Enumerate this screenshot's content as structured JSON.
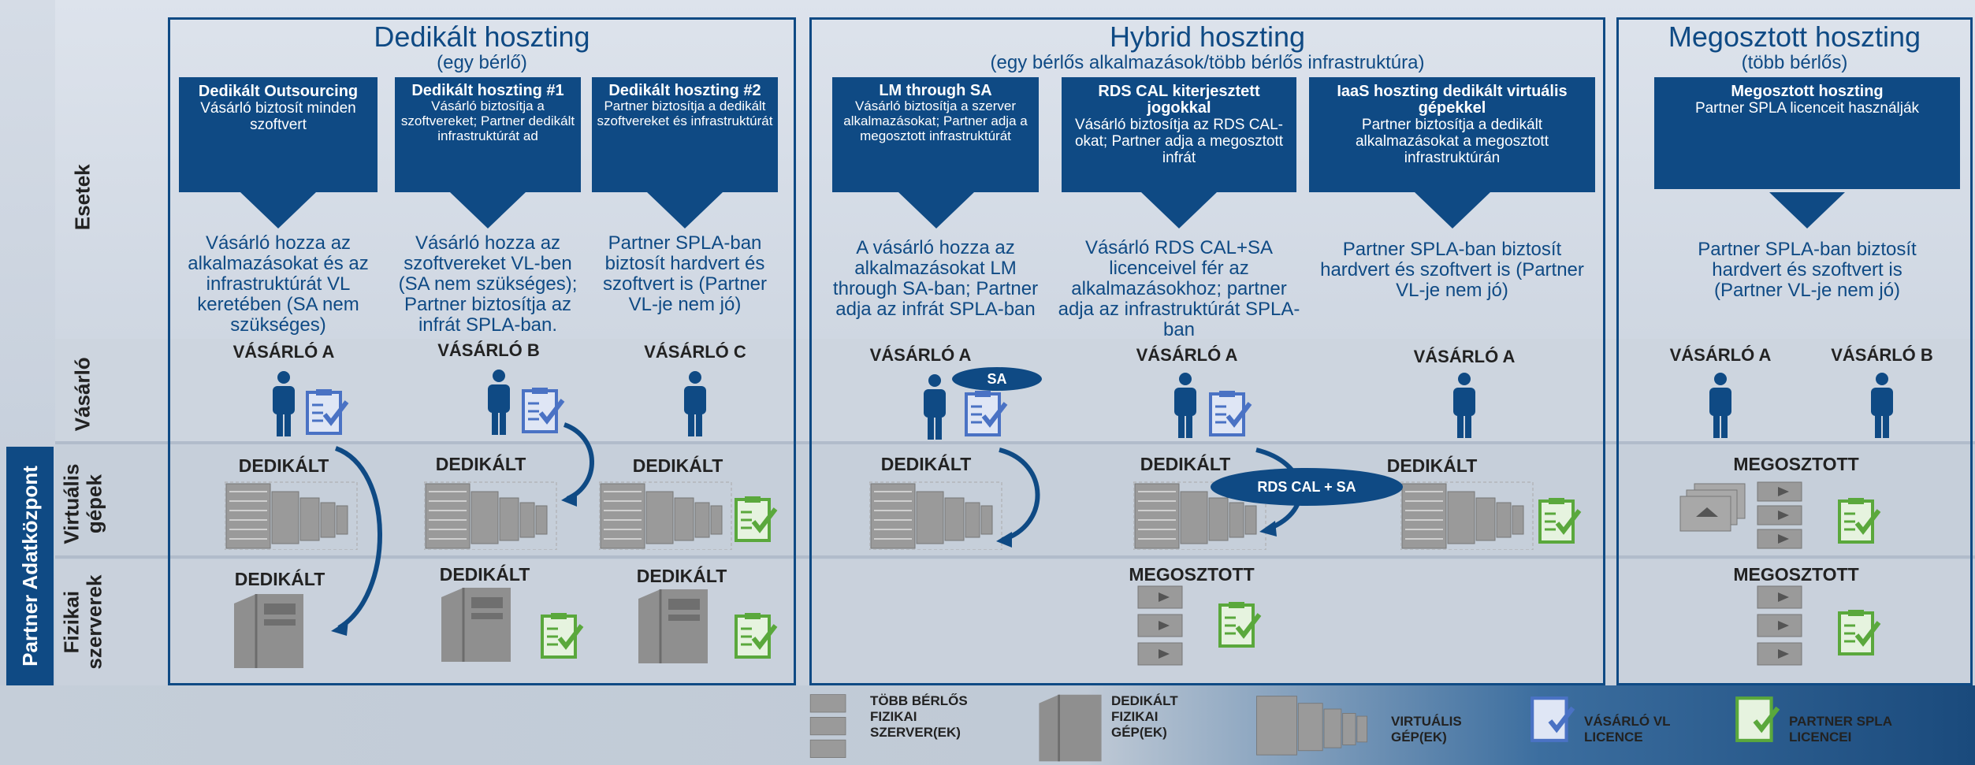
{
  "row_labels": {
    "esetek": "Esetek",
    "vasarlo": "Vásárló",
    "virtualis": "Virtuális\ngépek",
    "fizikai": "Fizikai\nszerverek",
    "partner": "Partner Adatközpont"
  },
  "sections": {
    "dedicated": {
      "title": "Dedikált hoszting",
      "subtitle": "(egy bérlő)"
    },
    "hybrid": {
      "title": "Hybrid hoszting",
      "subtitle": "(egy bérlős alkalmazások/több bérlős infrastruktúra)"
    },
    "shared": {
      "title": "Megosztott hoszting",
      "subtitle": "(több bérlős)"
    }
  },
  "cases": [
    {
      "head": "Dedikált Outsourcing",
      "body": "Vásárló biztosít minden szoftvert",
      "desc": "Vásárló hozza az alkalmazásokat és az infrastruktúrát VL keretében (SA nem szükséges)"
    },
    {
      "head": "Dedikált hoszting #1",
      "body": "Vásárló biztosítja a szoftvereket; Partner dedikált infrastruktúrát ad",
      "desc": "Vásárló hozza az szoftvereket VL-ben (SA nem szükséges); Partner biztosítja az infrát SPLA-ban."
    },
    {
      "head": "Dedikált hoszting #2",
      "body": "Partner biztosítja a dedikált szoftvereket és infrastruktúrát",
      "desc": "Partner SPLA-ban biztosít hardvert és szoftvert is (Partner VL-je nem jó)"
    },
    {
      "head": "LM through SA",
      "body": "Vásárló biztosítja a szerver alkalmazásokat; Partner adja a megosztott infrastruktúrát",
      "desc": "A vásárló hozza az alkalmazásokat LM through SA-ban; Partner adja az infrát SPLA-ban"
    },
    {
      "head": "RDS CAL kiterjesztett jogokkal",
      "body": "Vásárló biztosítja az RDS CAL-okat; Partner adja a megosztott infrát",
      "desc": "Vásárló RDS CAL+SA licenceivel fér az alkalmazásokhoz; partner adja az infrastruktúrát SPLA-ban"
    },
    {
      "head": "IaaS hoszting dedikált virtuális gépekkel",
      "body": "Partner biztosítja a dedikált alkalmazásokat a megosztott infrastruktúrán",
      "desc": "Partner SPLA-ban biztosít hardvert és szoftvert is (Partner VL-je nem jó)"
    },
    {
      "head": "Megosztott hoszting",
      "body": "Partner SPLA licenceit használják",
      "desc": "Partner SPLA-ban biztosít hardvert és szoftvert is (Partner VL-je nem jó)"
    }
  ],
  "customers": [
    "VÁSÁRLÓ A",
    "VÁSÁRLÓ B",
    "VÁSÁRLÓ C",
    "VÁSÁRLÓ A",
    "VÁSÁRLÓ A",
    "VÁSÁRLÓ A",
    "VÁSÁRLÓ A",
    "VÁSÁRLÓ B"
  ],
  "tiers": {
    "dedikalt": "DEDIKÁLT",
    "megosztott": "MEGOSZTOTT"
  },
  "badges": {
    "sa": "SA",
    "rds": "RDS CAL + SA"
  },
  "legend": [
    {
      "icon": "multi-tenant-server-icon",
      "text": "TÖBB BÉRLŐS\nFIZIKAI\nSZERVER(EK)"
    },
    {
      "icon": "dedicated-machine-icon",
      "text": "DEDIKÁLT\nFIZIKAI\nGÉP(EK)"
    },
    {
      "icon": "virtual-machine-icon",
      "text": "VIRTUÁLIS\nGÉP(EK)"
    },
    {
      "icon": "customer-license-icon",
      "text": "VÁSÁRLÓ VL\nLICENCE"
    },
    {
      "icon": "partner-license-icon",
      "text": "PARTNER SPLA\nLICENCEI"
    }
  ],
  "colors": {
    "navy": "#0f4a84",
    "license_blue": "#4a72c4",
    "license_green": "#5aa83c",
    "server_gray": "#8a8a8a"
  }
}
